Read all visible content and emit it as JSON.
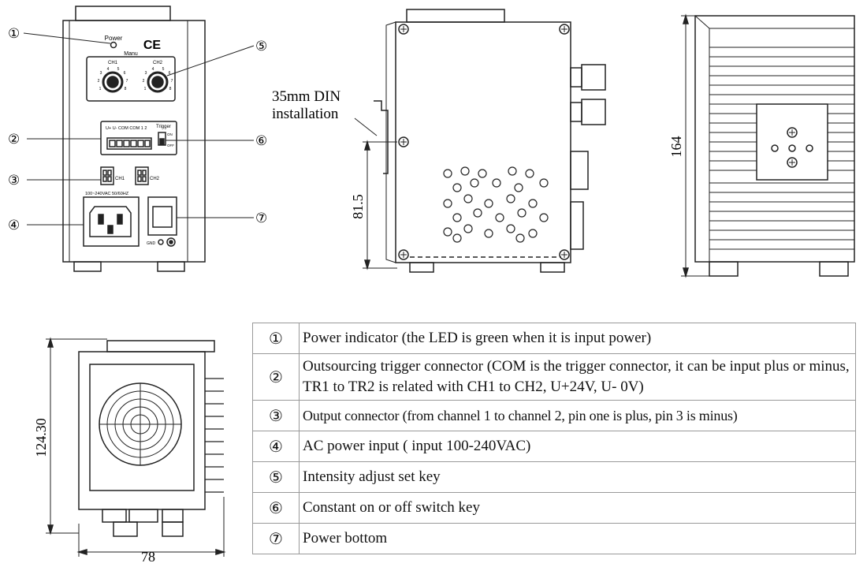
{
  "front_view": {
    "power_label": "Power",
    "ce_mark": "CE",
    "manu_label": "Manu",
    "ch1_label": "CH1",
    "ch2_label": "CH2",
    "dial_numbers": [
      "1",
      "2",
      "3",
      "4",
      "5",
      "6",
      "7",
      "8"
    ],
    "terminal_label": "U+ U- COM COM 1 2",
    "trigger_label": "Trigger",
    "on_label": "ON",
    "off_label": "OFF",
    "out_ch1_label": "CH1",
    "out_ch2_label": "CH2",
    "voltage_label": "100~240VAC 50/60HZ",
    "gnd_label": "GND",
    "callouts": [
      "①",
      "②",
      "③",
      "④",
      "⑤",
      "⑥",
      "⑦"
    ]
  },
  "side_view": {
    "din_label_line1": "35mm DIN",
    "din_label_line2": "installation",
    "dimension_height": "81.5"
  },
  "right_view": {
    "dimension_height": "164"
  },
  "bottom_view": {
    "dimension_height": "124.30",
    "dimension_width": "78"
  },
  "legend": [
    {
      "num": "①",
      "text": "Power indicator (the LED is green when it is input power)"
    },
    {
      "num": "②",
      "text": "Outsourcing trigger connector (COM is the trigger connector, it can be input plus or minus, TR1 to TR2 is related with CH1 to CH2, U+24V, U- 0V)"
    },
    {
      "num": "③",
      "text": "Output connector (from channel 1 to channel 2, pin one is plus, pin 3 is minus)"
    },
    {
      "num": "④",
      "text": "AC power input ( input 100-240VAC)"
    },
    {
      "num": "⑤",
      "text": "Intensity adjust set key"
    },
    {
      "num": "⑥",
      "text": "Constant on or off switch key"
    },
    {
      "num": "⑦",
      "text": "Power bottom"
    }
  ]
}
